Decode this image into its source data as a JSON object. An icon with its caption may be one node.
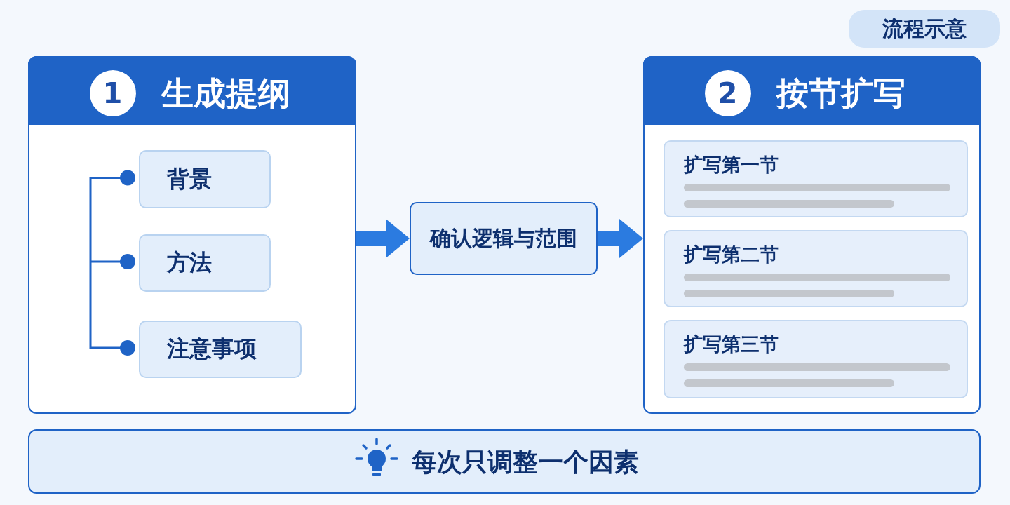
{
  "diagram": {
    "nodes": [
      {
        "text": [
          "1",
          "生成提纲"
        ]
      },
      {
        "text": [
          "背景"
        ],
        "in": 0
      },
      {
        "text": [
          "方法"
        ],
        "in": 0
      },
      {
        "text": [
          "注意事项"
        ],
        "in": 0
      },
      {
        "text": [
          "确认逻辑与范围"
        ]
      },
      {
        "text": [
          "2",
          "按节扩写"
        ]
      },
      {
        "text": [
          "扩写第一节"
        ],
        "in": 5
      },
      {
        "text": [
          "扩写第二节"
        ],
        "in": 5
      },
      {
        "text": [
          "扩写第三节"
        ],
        "in": 5
      },
      {
        "text": [
          "每次只调整一个因素"
        ]
      },
      {
        "text": [
          "流程示意"
        ]
      }
    ],
    "edges": [
      {
        "from": 0,
        "to": 4,
        "arrow": "to"
      },
      {
        "from": 4,
        "to": 5,
        "arrow": "to"
      }
    ]
  }
}
